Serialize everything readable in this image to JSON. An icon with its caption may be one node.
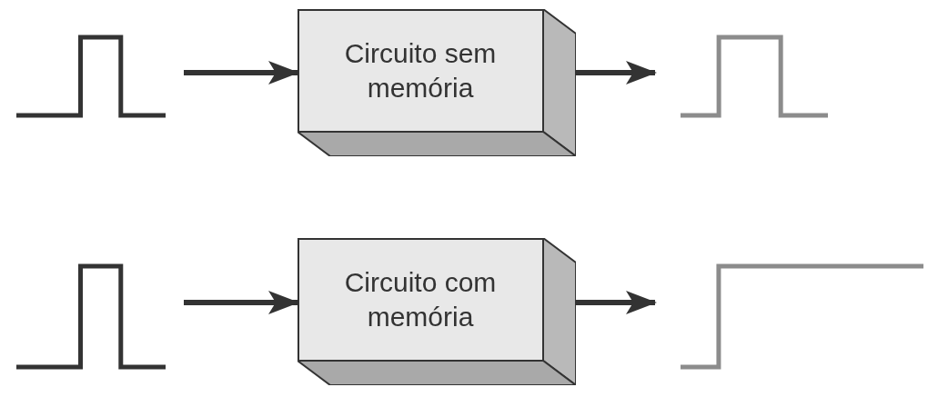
{
  "diagram": {
    "nodes": [
      {
        "text": [],
        "shape": "pulse"
      },
      {
        "text": [
          "Circuito sem memória"
        ]
      },
      {
        "text": [],
        "shape": "pulse"
      },
      {
        "text": [],
        "shape": "pulse"
      },
      {
        "text": [
          "Circuito com memória"
        ]
      },
      {
        "text": [],
        "shape": "step"
      }
    ],
    "edges": [
      {
        "from": 0,
        "to": 1,
        "arrow": "to"
      },
      {
        "from": 1,
        "to": 2,
        "arrow": "to"
      },
      {
        "from": 3,
        "to": 4,
        "arrow": "to"
      },
      {
        "from": 4,
        "to": 5,
        "arrow": "to"
      }
    ]
  }
}
